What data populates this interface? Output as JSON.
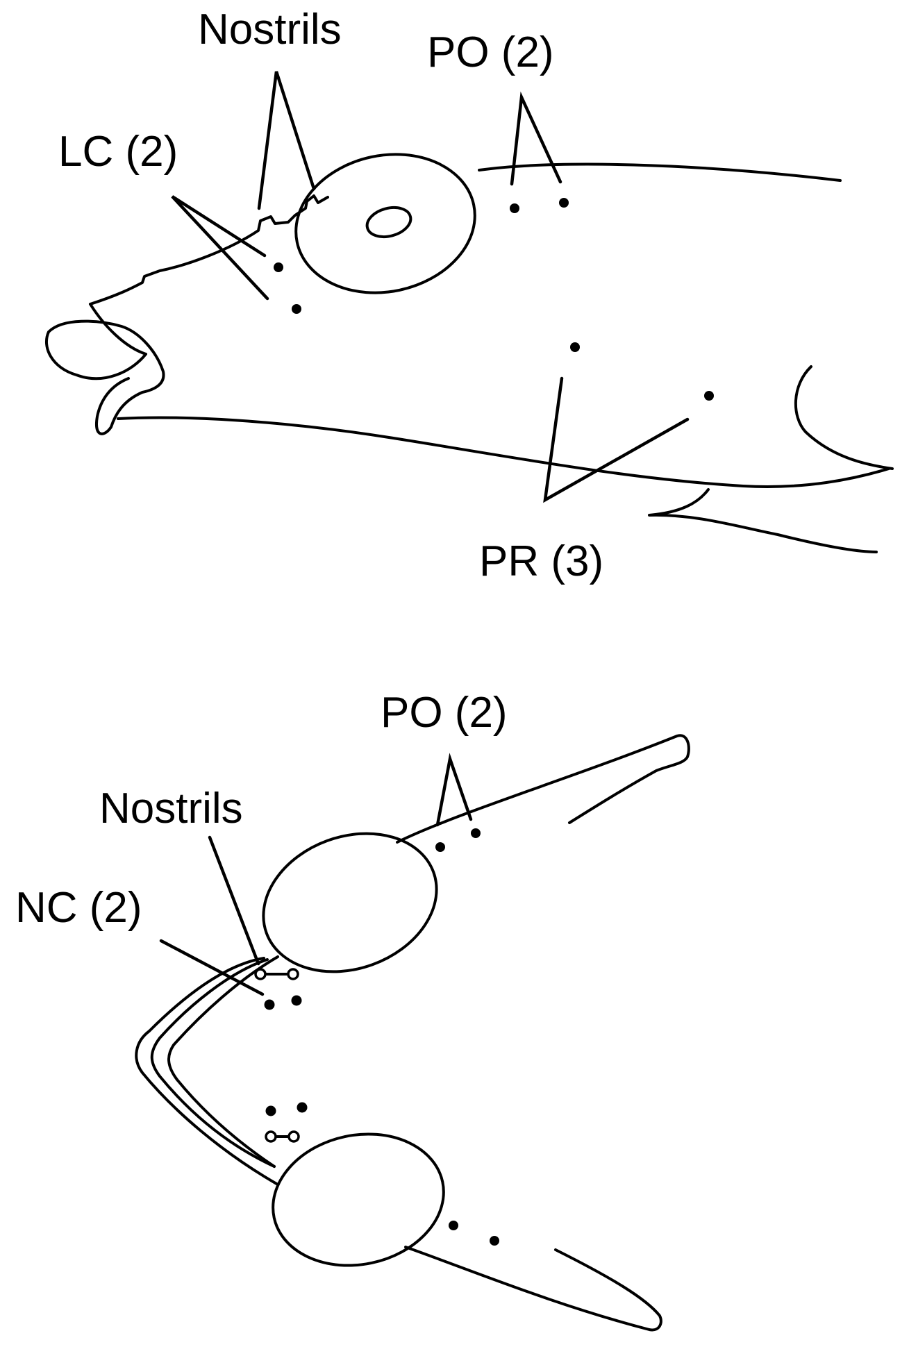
{
  "labels": {
    "lateral_nostrils": "Nostrils",
    "lateral_lc": "LC (2)",
    "lateral_po": "PO (2)",
    "lateral_pr": "PR (3)",
    "dorsal_po": "PO (2)",
    "dorsal_nostrils": "Nostrils",
    "dorsal_nc": "NC (2)"
  },
  "colors": {
    "ink": "#000000",
    "background": "#ffffff"
  }
}
